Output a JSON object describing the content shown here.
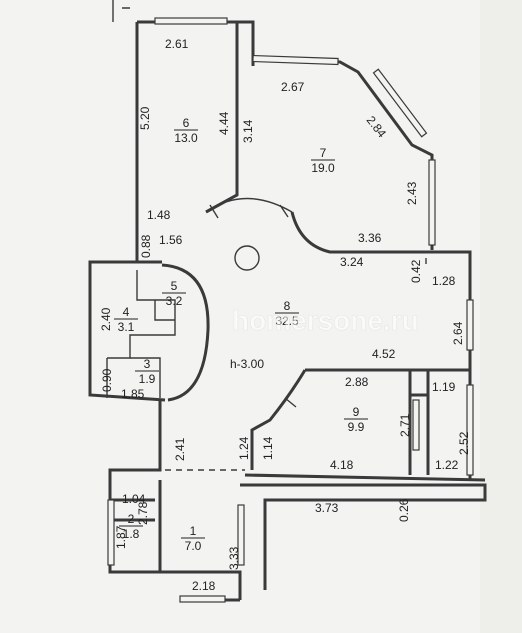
{
  "rooms": [
    {
      "id": "6",
      "area": "13.0"
    },
    {
      "id": "7",
      "area": "19.0"
    },
    {
      "id": "8",
      "area": "32.5"
    },
    {
      "id": "4",
      "area": "3.1"
    },
    {
      "id": "5",
      "area": "3.2"
    },
    {
      "id": "3",
      "area": "1.9"
    },
    {
      "id": "9",
      "area": "9.9"
    },
    {
      "id": "1",
      "area": "7.0"
    },
    {
      "id": "2",
      "area": "1.8"
    }
  ],
  "ceiling_height": "h-3.00",
  "dimensions": [
    "2.61",
    "5.20",
    "4.44",
    "3.14",
    "2.67",
    "2.84",
    "2.43",
    "1.48",
    "1.56",
    "0.88",
    "3.36",
    "3.24",
    "0.42",
    "1.28",
    "2.40",
    "2.64",
    "4.52",
    "0.90",
    "1.85",
    "2.88",
    "1.19",
    "2.71",
    "2.52",
    "2.41",
    "1.24",
    "1.14",
    "4.18",
    "1.22",
    "1.04",
    "2.78",
    "1.87",
    "3.73",
    "0.26",
    "3.33",
    "2.18"
  ],
  "watermark": "homersone.ru"
}
